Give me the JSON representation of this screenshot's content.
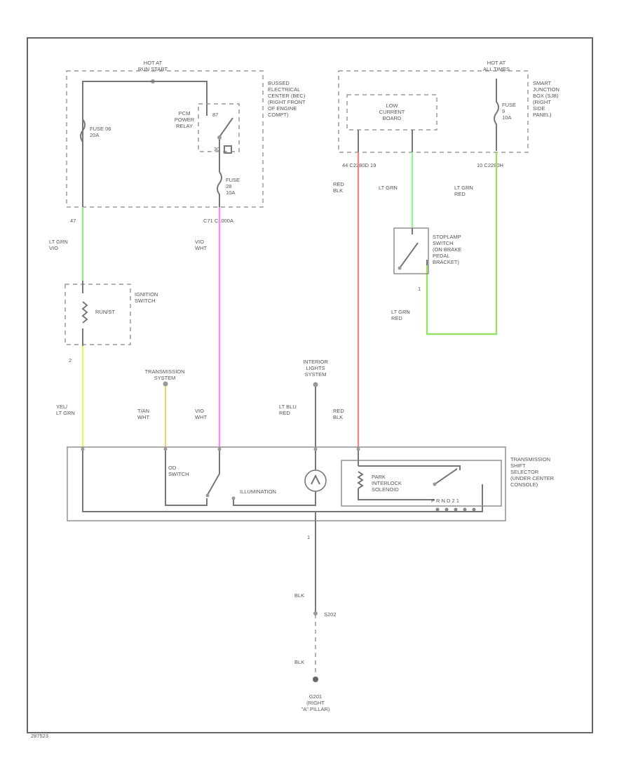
{
  "colors": {
    "wire_default": "#777777",
    "lt_grn_vio": "#88ee88",
    "yel_lt_grn": "#ddff55",
    "t_tan_wht": "#f0cc77",
    "vio_wht": "#ff88ff",
    "red_blk": "#ee8888",
    "lt_grn": "#88ff88",
    "lt_grn_red": "#99e066"
  },
  "hot_run_start": "HOT AT\nRUN START",
  "bec_label": "BUSSED\nELECTRICAL\nCENTER (BEC)\n(RIGHT FRONT\nOF ENGINE\nCOMPT)",
  "fuse_6": "FUSE 06\n20A",
  "pcm_relay": "PCM\nPOWER\nRELAY",
  "relay_pin_87": "87",
  "relay_pin_30": "30",
  "fuse_28": "FUSE\n28\n10A",
  "pin_47": "47",
  "ct": "C71   C1000A",
  "wire_lt_grn_vio": "LT GRN\nVIO",
  "wire_vio_wht": "VIO\nWHT",
  "ignition_switch": "IGNITION\nSWITCH",
  "run_start": "RUN/ST",
  "pin_2": "2",
  "wire_yel_lt_grn": "YEL/\nLT GRN",
  "transmission_system": "TRANSMISSION\nSYSTEM",
  "wire_t_tan_wht": "T/AN\nWHT",
  "wire_vio_wht_2": "VIO\nWHT",
  "hot_all_times": "HOT AT\nALL TIMES",
  "sjb_label": "SMART\nJUNCTION\nBOX (SJB)\n(RIGHT\nSIDE\nPANEL)",
  "low_current": "LOW\nCURRENT\nBOARD",
  "fuse_9": "FUSE\n9\n10A",
  "c2280_left": "44   C2280D   19",
  "c2280_right": "10   C2280H",
  "wire_red_blk": "RED\nBLK",
  "wire_lt_grn": "LT GRN",
  "wire_lt_grn_red": "LT GRN\nRED",
  "stoplamp": "STOPLAMP\nSWITCH\n(ON BRAKE\nPEDAL\nBRACKET)",
  "stoplamp_pin": "1",
  "wire_lt_grn_red_2": "LT GRN\nRED",
  "interior_lights": "INTERIOR\nLIGHTS\nSYSTEM",
  "wire_lt_blu_red": "LT BLU\nRED",
  "wire_red_blk_2": "RED\nBLK",
  "od_switch": "OD\nSWITCH",
  "illumination": "ILLUMINATION",
  "park_interlock": "PARK\nINTERLOCK\nSOLENOID",
  "gear_labels": "P  R  N  D  2  1",
  "selector_label": "TRANSMISSION\nSHIFT\nSELECTOR\n(UNDER CENTER\nCONSOLE)",
  "pin_1": "1",
  "wire_blk": "BLK",
  "splice": "S202",
  "wire_blk_2": "BLK",
  "ground": "G201\n(RIGHT\n\"A\" PILLAR)",
  "diagram_id": "287523"
}
